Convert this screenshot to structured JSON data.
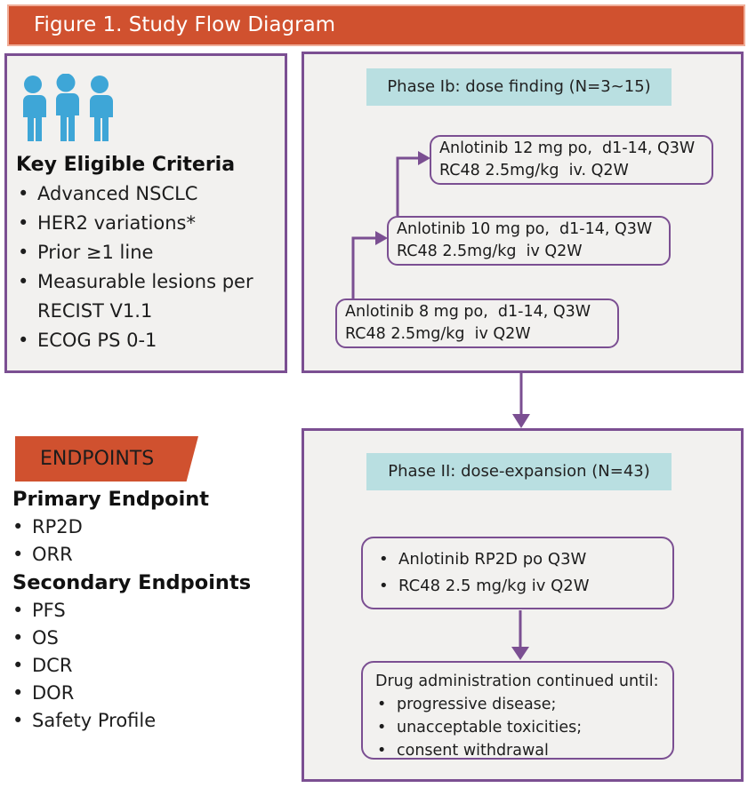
{
  "title": "Figure 1. Study Flow Diagram",
  "colors": {
    "accent_orange": "#d0512f",
    "purple": "#7b4f92",
    "teal_header": "#b9dfe1",
    "person_blue": "#3ea6d7",
    "box_fill": "#f2f1ef"
  },
  "icons": {
    "eligibility": "three-people-icon"
  },
  "eligibility": {
    "heading": "Key Eligible Criteria",
    "items": [
      "Advanced NSCLC",
      "HER2 variations*",
      "Prior ≥1 line",
      "Measurable lesions per RECIST V1.1",
      "ECOG PS 0-1"
    ]
  },
  "phase1": {
    "header": "Phase Ib: dose finding (N=3~15)",
    "boxes": [
      {
        "line1": "Anlotinib 12 mg po,  d1-14, Q3W",
        "line2": "RC48 2.5mg/kg  iv. Q2W"
      },
      {
        "line1": "Anlotinib 10 mg po,  d1-14, Q3W",
        "line2": "RC48 2.5mg/kg  iv Q2W"
      },
      {
        "line1": "Anlotinib 8 mg po,  d1-14, Q3W",
        "line2": "RC48 2.5mg/kg  iv Q2W"
      }
    ]
  },
  "phase2": {
    "header": "Phase II: dose-expansion (N=43)",
    "regimen_items": [
      "Anlotinib RP2D po Q3W",
      "RC48 2.5 mg/kg iv Q2W"
    ],
    "continuation_title": "Drug administration continued until:",
    "continuation_items": [
      "progressive disease;",
      "unacceptable toxicities;",
      "consent withdrawal"
    ]
  },
  "endpoints": {
    "banner": "ENDPOINTS",
    "primary_heading": "Primary Endpoint",
    "primary_items": [
      "RP2D",
      "ORR"
    ],
    "secondary_heading": "Secondary Endpoints",
    "secondary_items": [
      "PFS",
      "OS",
      "DCR",
      "DOR",
      "Safety Profile"
    ]
  }
}
